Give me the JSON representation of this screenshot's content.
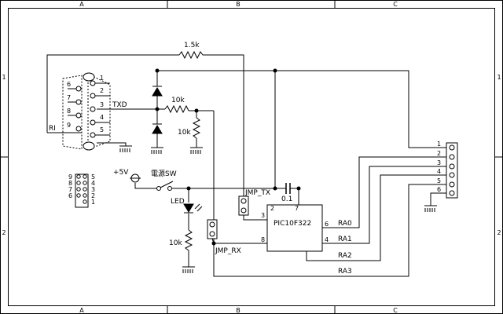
{
  "frame": {
    "columns": [
      "A",
      "B",
      "C"
    ],
    "rows": [
      "1",
      "2"
    ]
  },
  "components": {
    "r_feedback": "1.5k",
    "r_txd": "10k",
    "r_pulldown": "10k",
    "r_led": "10k",
    "cap": "0.1",
    "ic": "PIC10F322",
    "supply": "+5V",
    "switch": "電源SW",
    "led": "LED",
    "jmp_tx": "JMP_TX",
    "jmp_rx": "JMP_RX"
  },
  "db9": {
    "pins_top": [
      "6",
      "7",
      "8",
      "9"
    ],
    "pins_bottom": [
      "1",
      "2",
      "3",
      "4",
      "5"
    ],
    "signal_txd": "TXD",
    "signal_ri": "RI"
  },
  "pinout": {
    "left": [
      "9",
      "8",
      "7",
      "6"
    ],
    "right": [
      "5",
      "4",
      "3",
      "2",
      "1"
    ]
  },
  "ic_pins": {
    "p2": "2",
    "p3": "3",
    "p7": "7",
    "p8": "8",
    "p4": "4",
    "p6": "6",
    "ra0": "RA0",
    "ra1": "RA1",
    "ra2": "RA2",
    "ra3": "RA3"
  },
  "header": {
    "pins": [
      "1",
      "2",
      "3",
      "4",
      "5",
      "6"
    ]
  }
}
